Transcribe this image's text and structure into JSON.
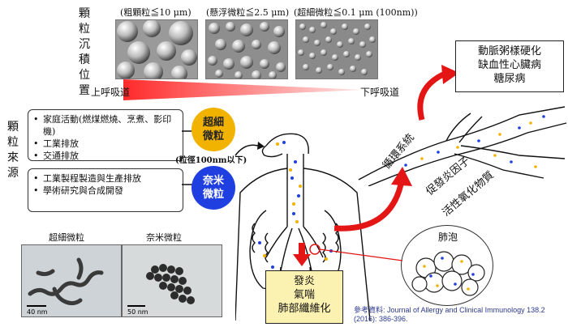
{
  "deposition": {
    "vertical_label": "顆\n粒\n沉\n積\n位\n置",
    "panels": [
      {
        "label": "(粗顆粒≦10 μm)"
      },
      {
        "label": "(懸浮微粒≦2.5 μm)"
      },
      {
        "label": "(超細微粒≦0.1 μm (100nm))"
      }
    ],
    "upper_airway": "上呼吸道",
    "lower_airway": "下呼吸道"
  },
  "sources": {
    "vertical_label": "顆\n粒\n來\n源",
    "box1_items": [
      "家庭活動(燃煤燃燒、烹煮、影印機)",
      "工業排放",
      "交通排放"
    ],
    "box2_items": [
      "工業製程製造與生產排放",
      "學術研究與合成開發"
    ],
    "ultrafine_circle": "超細\n微粒",
    "nano_circle": "奈米\n微粒",
    "size_note": "(粒徑100nm以下)"
  },
  "micrographs": {
    "ultrafine_title": "超細微粒",
    "nano_title": "奈米微粒",
    "ultrafine_scale": "40 nm",
    "nano_scale": "50 nm"
  },
  "effects": {
    "cardio_box": "動脈粥樣硬化\n缺血性心臟病\n糖尿病",
    "circulation_label": "循環系統",
    "factors_label1": "促發炎因子",
    "factors_label2": "活性氧化物質",
    "alveoli_label": "肺泡",
    "lung_box": "發炎\n氣喘\n肺部纖維化"
  },
  "reference": {
    "prefix": "參考資料:",
    "text": " Journal of Allergy and Clinical Immunology 138.2 (2016): 386-396."
  },
  "colors": {
    "red": "#e31515",
    "yellow_box": "#fbf1b0",
    "ultrafine_circle": "#f2b200",
    "nano_circle": "#1f3fe0"
  }
}
